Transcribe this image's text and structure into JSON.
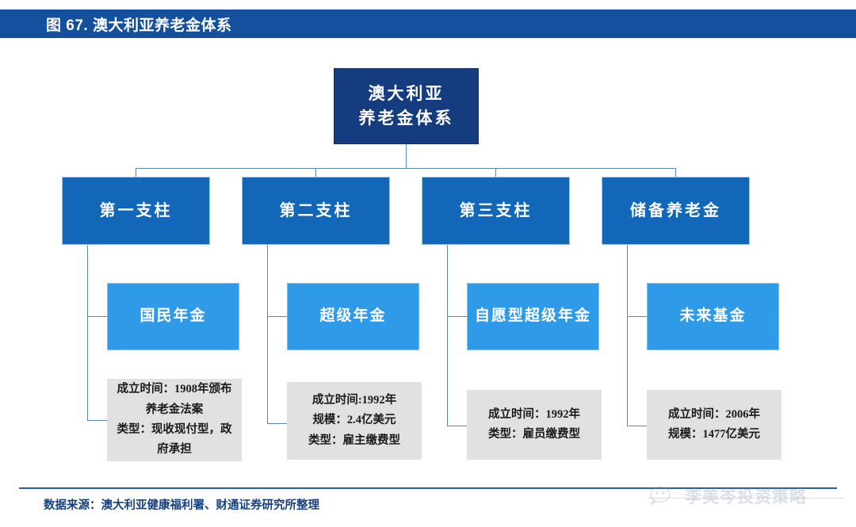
{
  "header": {
    "title": "图 67. 澳大利亚养老金体系"
  },
  "diagram": {
    "root": {
      "line1": "澳大利亚",
      "line2": "养老金体系"
    },
    "pillars": [
      {
        "label": "第一支柱"
      },
      {
        "label": "第二支柱"
      },
      {
        "label": "第三支柱"
      },
      {
        "label": "储备养老金"
      }
    ],
    "schemes": [
      {
        "label": "国民年金"
      },
      {
        "label": "超级年金"
      },
      {
        "label": "自愿型超级年金"
      },
      {
        "label": "未来基金"
      }
    ],
    "details": [
      {
        "lines": [
          "成立时间：1908年颁布养老金法案",
          "类型：现收现付型，政府承担"
        ]
      },
      {
        "lines": [
          "成立时间:1992年",
          "规模：2.4亿美元",
          "类型：雇主缴费型"
        ]
      },
      {
        "lines": [
          "成立时间：1992年",
          "类型：雇员缴费型"
        ]
      },
      {
        "lines": [
          "成立时间：2006年",
          "规模：1477亿美元"
        ]
      }
    ]
  },
  "footer": {
    "source": "数据来源：澳大利亚健康福利署、财通证券研究所整理"
  },
  "watermark": {
    "text": "李美岑投资策略",
    "icon": "wechat-icon"
  },
  "colors": {
    "header_bar": "#15509e",
    "root_box": "#153c7e",
    "pillar_box": "#1267b8",
    "scheme_box": "#2e9ae8",
    "detail_box": "#e1e1e1",
    "connector": "#5b86b5",
    "footer_text": "#16407e"
  }
}
